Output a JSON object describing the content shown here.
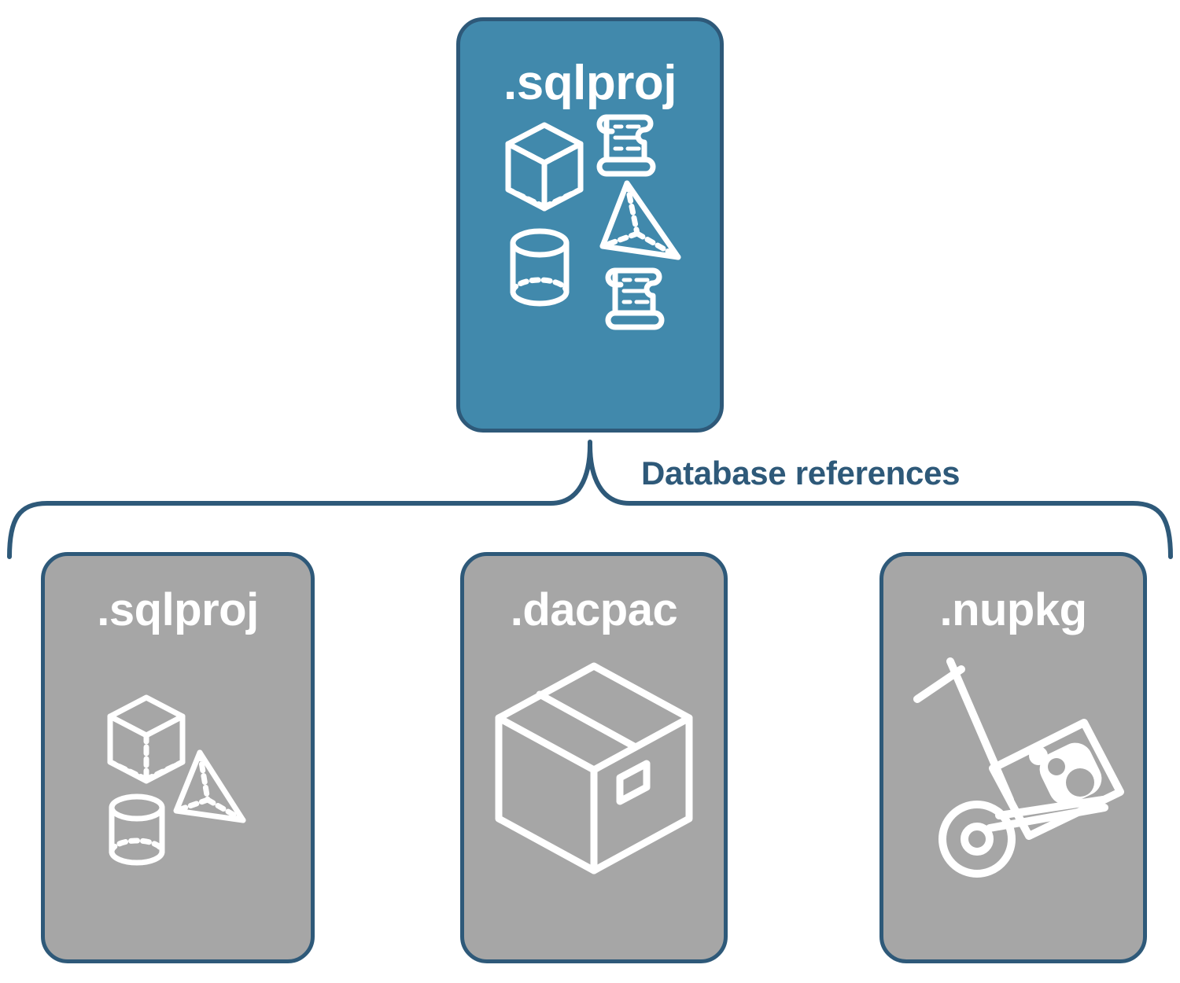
{
  "diagram": {
    "title": "Database references diagram",
    "colors": {
      "primary_fill": "#4189AC",
      "secondary_fill": "#A6A6A6",
      "stroke": "#2E5979",
      "icon": "#FFFFFF",
      "background": "#FFFFFF"
    },
    "connector": {
      "label": "Database references",
      "style": "curly-brace",
      "from": "top-card",
      "to": [
        "sqlproj-card",
        "dacpac-card",
        "nupkg-card"
      ]
    },
    "top_card": {
      "title": ".sqlproj",
      "fill": "primary",
      "icons": [
        "cube-icon",
        "scroll-icon",
        "pyramid-icon",
        "cylinder-icon",
        "scroll-icon"
      ]
    },
    "reference_cards": [
      {
        "id": "sqlproj-card",
        "title": ".sqlproj",
        "fill": "secondary",
        "icons": [
          "cube-icon",
          "pyramid-icon",
          "cylinder-icon"
        ]
      },
      {
        "id": "dacpac-card",
        "title": ".dacpac",
        "fill": "secondary",
        "icons": [
          "package-box-icon"
        ]
      },
      {
        "id": "nupkg-card",
        "title": ".nupkg",
        "fill": "secondary",
        "icons": [
          "hand-truck-nuget-icon"
        ]
      }
    ]
  }
}
